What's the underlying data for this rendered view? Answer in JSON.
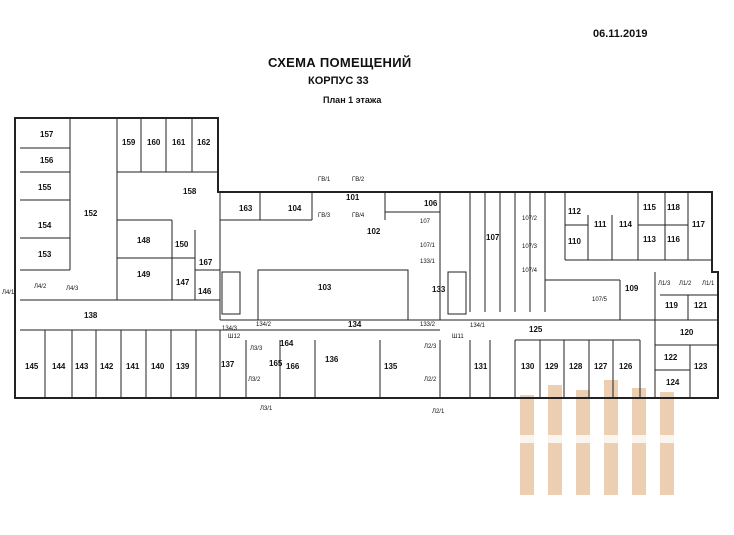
{
  "header": {
    "date": "06.11.2019",
    "title": "СХЕМА ПОМЕЩЕНИЙ",
    "building": "КОРПУС 33",
    "floor_plan": "План 1 этажа"
  },
  "rooms": [
    "157",
    "156",
    "155",
    "154",
    "153",
    "159",
    "160",
    "161",
    "162",
    "158",
    "152",
    "148",
    "150",
    "149",
    "167",
    "147",
    "146",
    "163",
    "104",
    "101",
    "102",
    "106",
    "103",
    "133",
    "134",
    "138",
    "145",
    "144",
    "143",
    "142",
    "141",
    "140",
    "139",
    "137",
    "164",
    "165",
    "166",
    "136",
    "135",
    "131",
    "130",
    "129",
    "128",
    "127",
    "126",
    "125",
    "107",
    "112",
    "111",
    "114",
    "115",
    "118",
    "117",
    "110",
    "113",
    "116",
    "109",
    "119",
    "121",
    "120",
    "122",
    "123",
    "124"
  ],
  "small_labels": [
    "ГВ/1",
    "ГВ/2",
    "ГВ/3",
    "ГВ/4",
    "107",
    "107/1",
    "107/2",
    "107/3",
    "107/4",
    "107/5",
    "133/1",
    "133/2",
    "134/1",
    "134/2",
    "134/3",
    "Л4/1",
    "Л4/2",
    "Л4/3",
    "Л1/1",
    "Л1/2",
    "Л1/3",
    "Л2/1",
    "Л2/2",
    "Л2/3",
    "Л3/1",
    "Л3/2",
    "Л3/3",
    "Ш12",
    "Ш11"
  ],
  "watermark": {
    "color": "#e8c7a3"
  }
}
